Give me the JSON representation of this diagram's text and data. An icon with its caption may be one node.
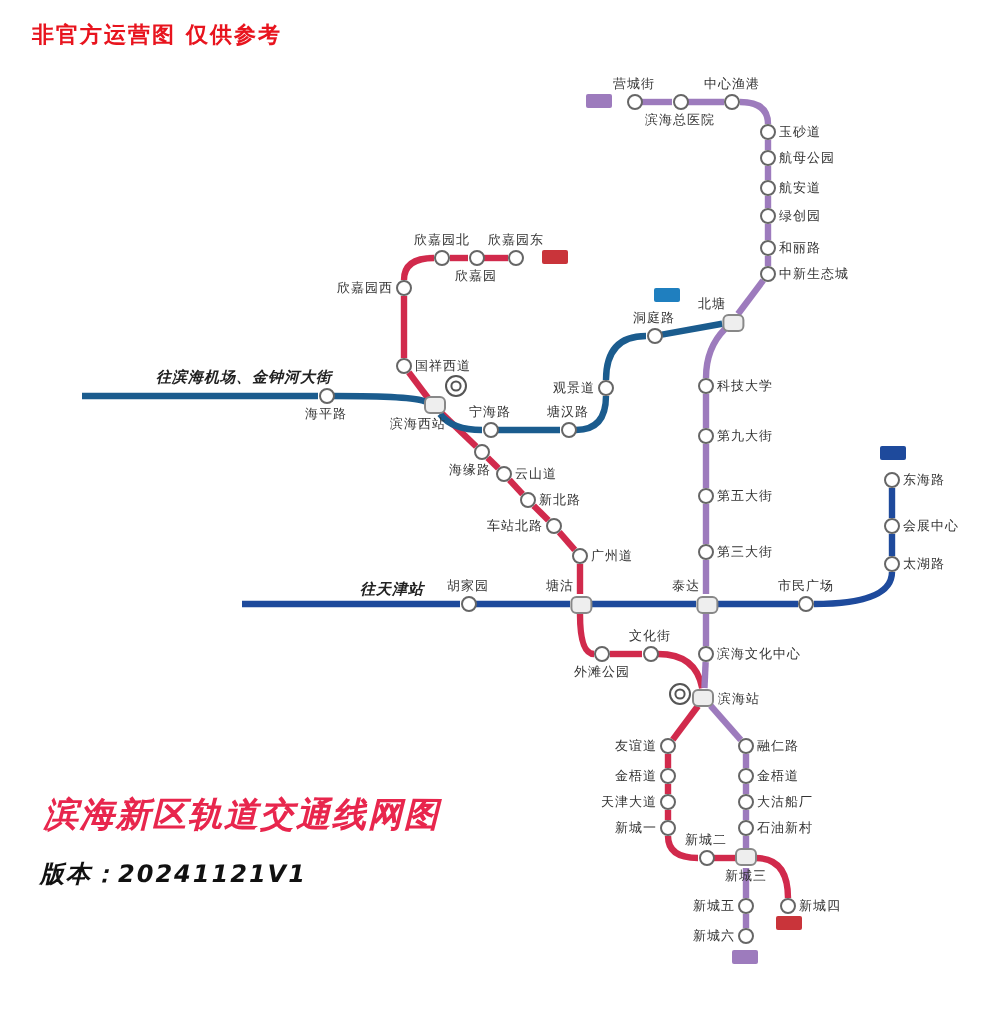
{
  "diagram": {
    "title": "滨海新区轨道交通线网图",
    "nodes": [
      {
        "text": [],
        "shape": "circle",
        "beside": [
          "欣嘉园东"
        ]
      },
      {
        "text": [],
        "shape": "circle",
        "beside": [
          "欣嘉园"
        ]
      },
      {
        "text": [],
        "shape": "circle",
        "beside": [
          "欣嘉园北"
        ]
      },
      {
        "text": [],
        "shape": "circle",
        "beside": [
          "欣嘉园西"
        ]
      },
      {
        "text": [],
        "shape": "circle",
        "beside": [
          "国祥西道"
        ]
      },
      {
        "text": [],
        "shape": "box",
        "beside": [
          "滨海西站"
        ]
      },
      {
        "text": [],
        "shape": "circle",
        "beside": [
          "海缘路"
        ]
      },
      {
        "text": [],
        "shape": "circle",
        "beside": [
          "云山道"
        ]
      },
      {
        "text": [],
        "shape": "circle",
        "beside": [
          "新北路"
        ]
      },
      {
        "text": [],
        "shape": "circle",
        "beside": [
          "车站北路"
        ]
      },
      {
        "text": [],
        "shape": "circle",
        "beside": [
          "广州道"
        ]
      },
      {
        "text": [],
        "shape": "box",
        "beside": [
          "塘沽"
        ]
      },
      {
        "text": [],
        "shape": "circle",
        "beside": [
          "外滩公园"
        ]
      },
      {
        "text": [],
        "shape": "circle",
        "beside": [
          "文化街"
        ]
      },
      {
        "text": [],
        "shape": "box",
        "beside": [
          "滨海站"
        ]
      },
      {
        "text": [],
        "shape": "circle",
        "beside": [
          "友谊道"
        ]
      },
      {
        "text": [],
        "shape": "circle",
        "beside": [
          "金梧道"
        ]
      },
      {
        "text": [],
        "shape": "circle",
        "beside": [
          "天津大道"
        ]
      },
      {
        "text": [],
        "shape": "circle",
        "beside": [
          "新城一"
        ]
      },
      {
        "text": [],
        "shape": "circle",
        "beside": [
          "新城二"
        ]
      },
      {
        "text": [],
        "shape": "box",
        "beside": [
          "新城三"
        ]
      },
      {
        "text": [],
        "shape": "circle",
        "beside": [
          "新城四"
        ]
      },
      {
        "text": [],
        "shape": "circle",
        "beside": [
          "营城街"
        ]
      },
      {
        "text": [],
        "shape": "circle",
        "beside": [
          "滨海总医院"
        ]
      },
      {
        "text": [],
        "shape": "circle",
        "beside": [
          "中心渔港"
        ]
      },
      {
        "text": [],
        "shape": "circle",
        "beside": [
          "玉砂道"
        ]
      },
      {
        "text": [],
        "shape": "circle",
        "beside": [
          "航母公园"
        ]
      },
      {
        "text": [],
        "shape": "circle",
        "beside": [
          "航安道"
        ]
      },
      {
        "text": [],
        "shape": "circle",
        "beside": [
          "绿创园"
        ]
      },
      {
        "text": [],
        "shape": "circle",
        "beside": [
          "和丽路"
        ]
      },
      {
        "text": [],
        "shape": "circle",
        "beside": [
          "中新生态城"
        ]
      },
      {
        "text": [],
        "shape": "box",
        "beside": [
          "北塘"
        ]
      },
      {
        "text": [],
        "shape": "circle",
        "beside": [
          "科技大学"
        ]
      },
      {
        "text": [],
        "shape": "circle",
        "beside": [
          "第九大街"
        ]
      },
      {
        "text": [],
        "shape": "circle",
        "beside": [
          "第五大街"
        ]
      },
      {
        "text": [],
        "shape": "circle",
        "beside": [
          "第三大街"
        ]
      },
      {
        "text": [],
        "shape": "box",
        "beside": [
          "泰达"
        ]
      },
      {
        "text": [],
        "shape": "circle",
        "beside": [
          "滨海文化中心"
        ]
      },
      {
        "text": [],
        "shape": "circle",
        "beside": [
          "融仁路"
        ]
      },
      {
        "text": [],
        "shape": "circle",
        "beside": [
          "金梧道"
        ]
      },
      {
        "text": [],
        "shape": "circle",
        "beside": [
          "大沽船厂"
        ]
      },
      {
        "text": [],
        "shape": "circle",
        "beside": [
          "石油新村"
        ]
      },
      {
        "text": [],
        "shape": "circle",
        "beside": [
          "新城五"
        ]
      },
      {
        "text": [],
        "shape": "circle",
        "beside": [
          "新城六"
        ]
      },
      {
        "text": [],
        "shape": "circle",
        "beside": [
          "海平路"
        ]
      },
      {
        "text": [],
        "shape": "circle",
        "beside": [
          "宁海路"
        ]
      },
      {
        "text": [],
        "shape": "circle",
        "beside": [
          "塘汉路"
        ]
      },
      {
        "text": [],
        "shape": "circle",
        "beside": [
          "观景道"
        ]
      },
      {
        "text": [],
        "shape": "circle",
        "beside": [
          "洞庭路"
        ]
      },
      {
        "text": [],
        "shape": "circle",
        "beside": [
          "胡家园"
        ]
      },
      {
        "text": [],
        "shape": "circle",
        "beside": [
          "市民广场"
        ]
      },
      {
        "text": [],
        "shape": "circle",
        "beside": [
          "太湖路"
        ]
      },
      {
        "text": [],
        "shape": "circle",
        "beside": [
          "会展中心"
        ]
      },
      {
        "text": [],
        "shape": "circle",
        "beside": [
          "东海路"
        ]
      }
    ],
    "edges": [
      {
        "from": 0,
        "to": 1,
        "arrow": "none",
        "color": "#d12a4c"
      },
      {
        "from": 1,
        "to": 2,
        "arrow": "none",
        "color": "#d12a4c"
      },
      {
        "from": 2,
        "to": 3,
        "arrow": "none",
        "color": "#d12a4c"
      },
      {
        "from": 3,
        "to": 4,
        "arrow": "none",
        "color": "#d12a4c"
      },
      {
        "from": 4,
        "to": 5,
        "arrow": "none",
        "color": "#d12a4c"
      },
      {
        "from": 5,
        "to": 6,
        "arrow": "none",
        "color": "#d12a4c"
      },
      {
        "from": 6,
        "to": 7,
        "arrow": "none",
        "color": "#d12a4c"
      },
      {
        "from": 7,
        "to": 8,
        "arrow": "none",
        "color": "#d12a4c"
      },
      {
        "from": 8,
        "to": 9,
        "arrow": "none",
        "color": "#d12a4c"
      },
      {
        "from": 9,
        "to": 10,
        "arrow": "none",
        "color": "#d12a4c"
      },
      {
        "from": 10,
        "to": 11,
        "arrow": "none",
        "color": "#d12a4c"
      },
      {
        "from": 11,
        "to": 12,
        "arrow": "none",
        "color": "#d12a4c"
      },
      {
        "from": 12,
        "to": 13,
        "arrow": "none",
        "color": "#d12a4c"
      },
      {
        "from": 13,
        "to": 14,
        "arrow": "none",
        "color": "#d12a4c"
      },
      {
        "from": 14,
        "to": 15,
        "arrow": "none",
        "color": "#d12a4c"
      },
      {
        "from": 15,
        "to": 16,
        "arrow": "none",
        "color": "#d12a4c"
      },
      {
        "from": 16,
        "to": 17,
        "arrow": "none",
        "color": "#d12a4c"
      },
      {
        "from": 17,
        "to": 18,
        "arrow": "none",
        "color": "#d12a4c"
      },
      {
        "from": 18,
        "to": 19,
        "arrow": "none",
        "color": "#d12a4c"
      },
      {
        "from": 19,
        "to": 20,
        "arrow": "none",
        "color": "#d12a4c"
      },
      {
        "from": 20,
        "to": 21,
        "arrow": "none",
        "color": "#d12a4c"
      },
      {
        "from": 22,
        "to": 23,
        "arrow": "none",
        "color": "#9d7bbd"
      },
      {
        "from": 23,
        "to": 24,
        "arrow": "none",
        "color": "#9d7bbd"
      },
      {
        "from": 24,
        "to": 25,
        "arrow": "none",
        "color": "#9d7bbd"
      },
      {
        "from": 25,
        "to": 26,
        "arrow": "none",
        "color": "#9d7bbd"
      },
      {
        "from": 26,
        "to": 27,
        "arrow": "none",
        "color": "#9d7bbd"
      },
      {
        "from": 27,
        "to": 28,
        "arrow": "none",
        "color": "#9d7bbd"
      },
      {
        "from": 28,
        "to": 29,
        "arrow": "none",
        "color": "#9d7bbd"
      },
      {
        "from": 29,
        "to": 30,
        "arrow": "none",
        "color": "#9d7bbd"
      },
      {
        "from": 30,
        "to": 31,
        "arrow": "none",
        "color": "#9d7bbd"
      },
      {
        "from": 31,
        "to": 32,
        "arrow": "none",
        "color": "#9d7bbd"
      },
      {
        "from": 32,
        "to": 33,
        "arrow": "none",
        "color": "#9d7bbd"
      },
      {
        "from": 33,
        "to": 34,
        "arrow": "none",
        "color": "#9d7bbd"
      },
      {
        "from": 34,
        "to": 35,
        "arrow": "none",
        "color": "#9d7bbd"
      },
      {
        "from": 35,
        "to": 36,
        "arrow": "none",
        "color": "#9d7bbd"
      },
      {
        "from": 36,
        "to": 37,
        "arrow": "none",
        "color": "#9d7bbd"
      },
      {
        "from": 37,
        "to": 14,
        "arrow": "none",
        "color": "#9d7bbd"
      },
      {
        "from": 14,
        "to": 38,
        "arrow": "none",
        "color": "#9d7bbd"
      },
      {
        "from": 38,
        "to": 39,
        "arrow": "none",
        "color": "#9d7bbd"
      },
      {
        "from": 39,
        "to": 40,
        "arrow": "none",
        "color": "#9d7bbd"
      },
      {
        "from": 40,
        "to": 41,
        "arrow": "none",
        "color": "#9d7bbd"
      },
      {
        "from": 41,
        "to": 20,
        "arrow": "none",
        "color": "#9d7bbd"
      },
      {
        "from": 20,
        "to": 42,
        "arrow": "none",
        "color": "#9d7bbd"
      },
      {
        "from": 42,
        "to": 43,
        "arrow": "none",
        "color": "#9d7bbd"
      },
      {
        "from": null,
        "to": 44,
        "arrow": "none",
        "color": "#1b5c8e"
      },
      {
        "from": 44,
        "to": 5,
        "arrow": "none",
        "color": "#1b5c8e"
      },
      {
        "from": 5,
        "to": 45,
        "arrow": "none",
        "color": "#1b5c8e"
      },
      {
        "from": 45,
        "to": 46,
        "arrow": "none",
        "color": "#1b5c8e"
      },
      {
        "from": 46,
        "to": 47,
        "arrow": "none",
        "color": "#1b5c8e"
      },
      {
        "from": 47,
        "to": 48,
        "arrow": "none",
        "color": "#1b5c8e"
      },
      {
        "from": 48,
        "to": 31,
        "arrow": "none",
        "color": "#1b5c8e"
      },
      {
        "from": null,
        "to": 49,
        "arrow": "none",
        "color": "#1e4a9c"
      },
      {
        "from": 49,
        "to": 11,
        "arrow": "none",
        "color": "#1e4a9c"
      },
      {
        "from": 11,
        "to": 36,
        "arrow": "none",
        "color": "#1e4a9c"
      },
      {
        "from": 36,
        "to": 50,
        "arrow": "none",
        "color": "#1e4a9c"
      },
      {
        "from": 50,
        "to": 51,
        "arrow": "none",
        "color": "#1e4a9c"
      },
      {
        "from": 51,
        "to": 52,
        "arrow": "none",
        "color": "#1e4a9c"
      },
      {
        "from": 52,
        "to": 53,
        "arrow": "none",
        "color": "#1e4a9c"
      }
    ],
    "labels": [
      "非官方运营图 仅供参考",
      "往滨海机场、金钟河大街",
      "往天津站",
      "版本：20241121V1"
    ]
  }
}
